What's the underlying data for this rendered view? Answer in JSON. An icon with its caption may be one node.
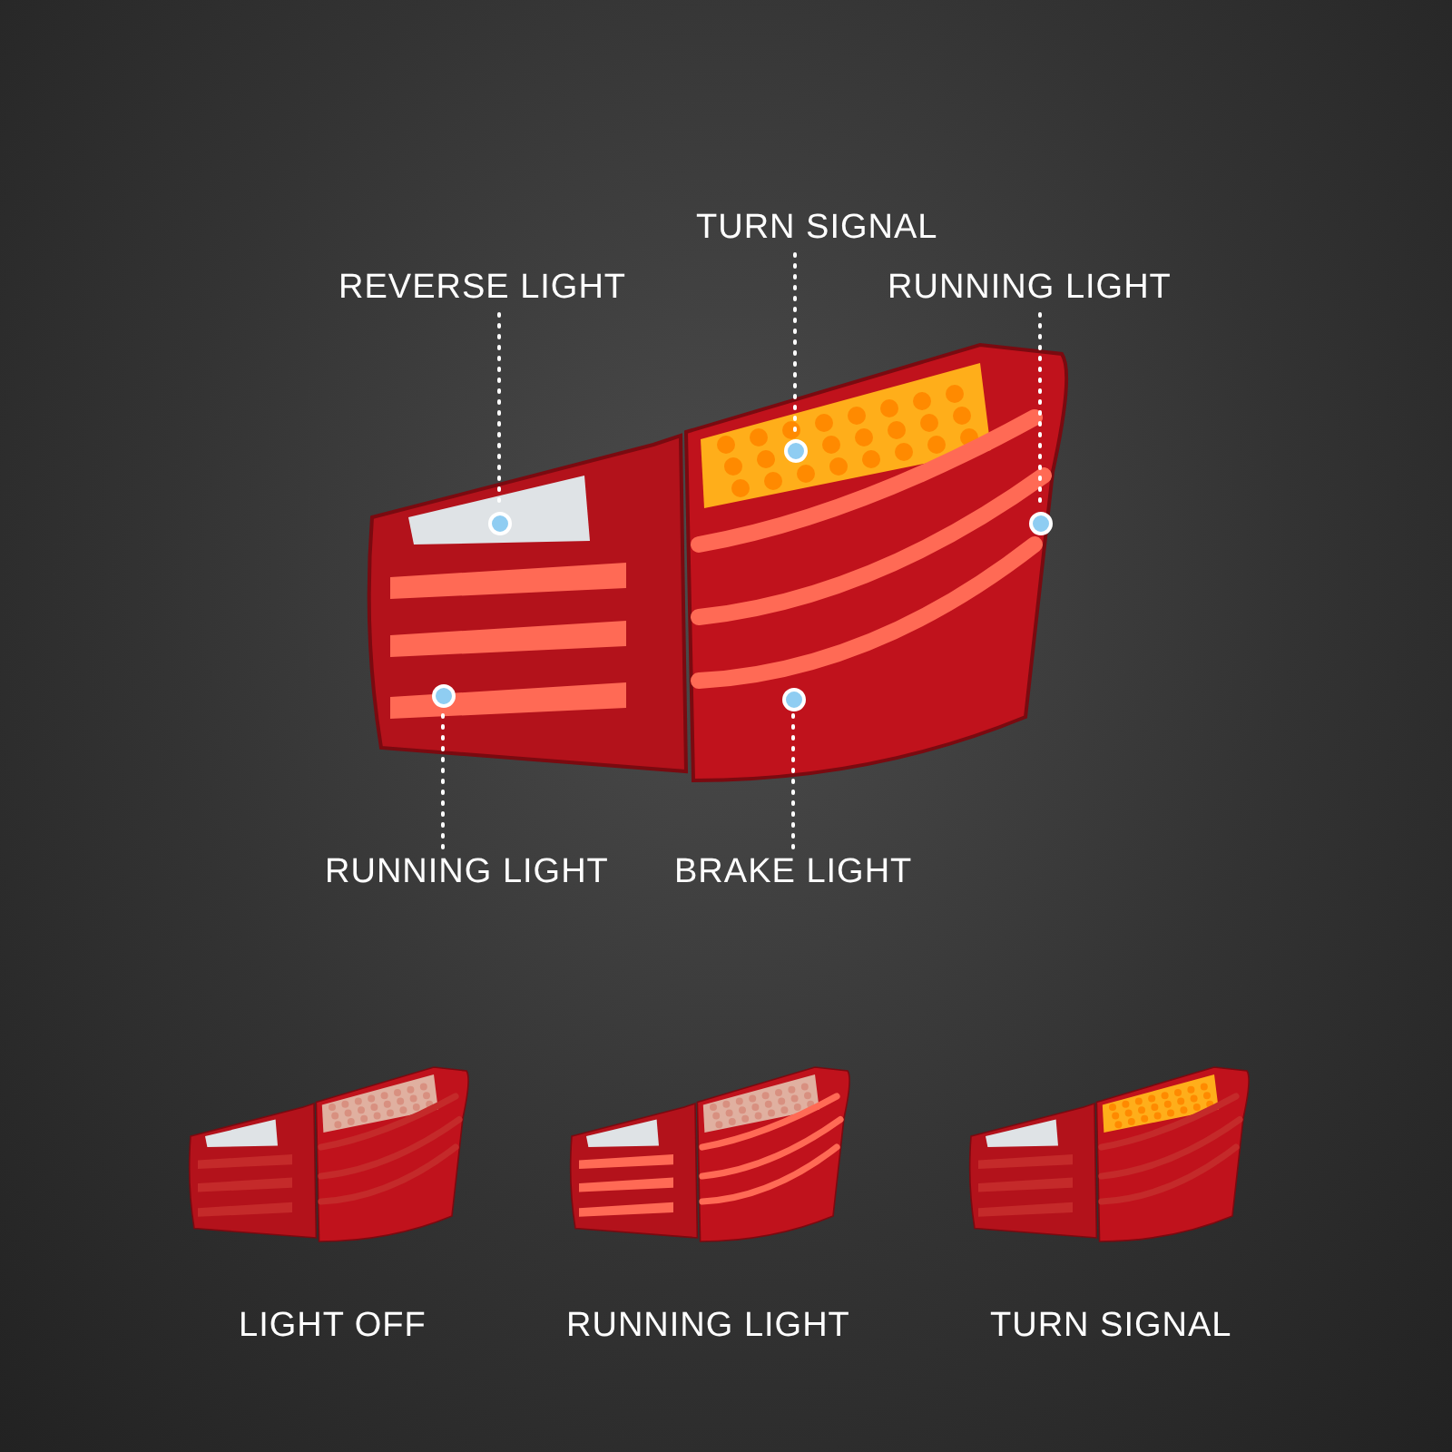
{
  "diagram": {
    "nodes": [
      {
        "text": [
          "REVERSE LIGHT"
        ]
      },
      {
        "text": [],
        "shape": "circle"
      },
      {
        "text": [
          "TURN SIGNAL"
        ]
      },
      {
        "text": [],
        "shape": "circle"
      },
      {
        "text": [
          "RUNNING LIGHT"
        ]
      },
      {
        "text": [],
        "shape": "circle"
      },
      {
        "text": [
          "RUNNING LIGHT"
        ]
      },
      {
        "text": [],
        "shape": "circle"
      },
      {
        "text": [
          "BRAKE LIGHT"
        ]
      },
      {
        "text": [],
        "shape": "circle"
      }
    ],
    "edges": [
      {
        "from": 0,
        "to": 1,
        "arrow": "none",
        "style": "dashed"
      },
      {
        "from": 2,
        "to": 3,
        "arrow": "none",
        "style": "dashed"
      },
      {
        "from": 4,
        "to": 5,
        "arrow": "none",
        "style": "dashed"
      },
      {
        "from": 6,
        "to": 7,
        "arrow": "none",
        "style": "dashed"
      },
      {
        "from": 8,
        "to": 9,
        "arrow": "none",
        "style": "dashed"
      }
    ],
    "labels": [
      "LIGHT OFF",
      "RUNNING LIGHT",
      "TURN SIGNAL"
    ]
  }
}
